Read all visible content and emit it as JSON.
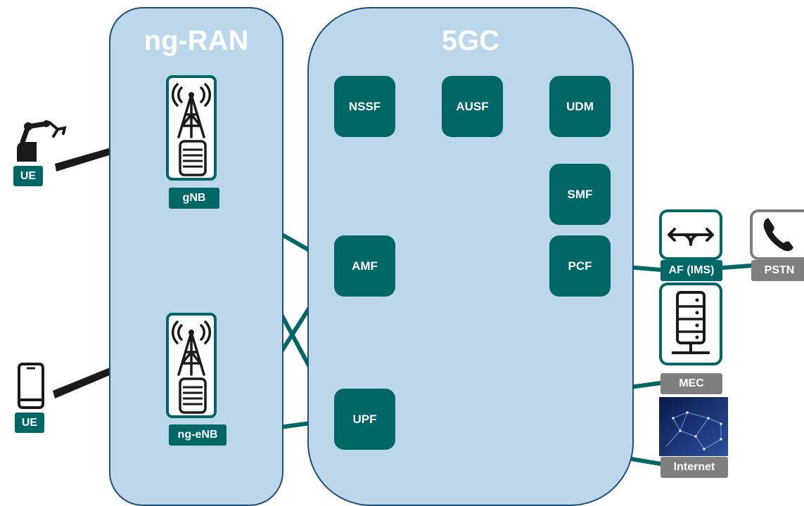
{
  "regions": {
    "ran": {
      "title": "ng-RAN"
    },
    "core": {
      "title": "5GC"
    }
  },
  "ran_nodes": {
    "gnb": {
      "label": "gNB"
    },
    "ngenb": {
      "label": "ng-eNB"
    }
  },
  "ues": {
    "robot": {
      "label": "UE",
      "icon": "robot-arm-icon"
    },
    "phone": {
      "label": "UE",
      "icon": "smartphone-icon"
    }
  },
  "core_functions": {
    "nssf": "NSSF",
    "ausf": "AUSF",
    "udm": "UDM",
    "smf": "SMF",
    "amf": "AMF",
    "pcf": "PCF",
    "upf": "UPF"
  },
  "external": {
    "af": {
      "label": "AF (IMS)",
      "icon": "router-icon"
    },
    "pstn": {
      "label": "PSTN",
      "icon": "phone-handset-icon"
    },
    "mec": {
      "label": "MEC",
      "icon": "server-icon"
    },
    "internet": {
      "label": "Internet",
      "icon": "network-mesh-icon"
    }
  },
  "colors": {
    "region_fill": "#bcd6ea",
    "region_border": "#1f4e79",
    "function_fill": "#006666",
    "link": "#006666",
    "external_tag": "#7f7f7f"
  }
}
